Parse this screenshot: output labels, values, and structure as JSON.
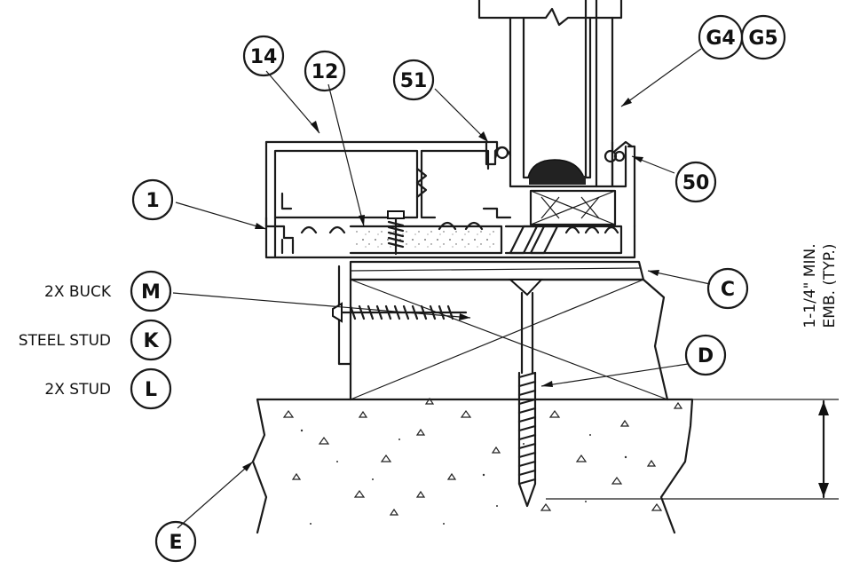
{
  "callouts": {
    "c14": "14",
    "c12": "12",
    "c51": "51",
    "g4": "G4",
    "g5": "G5",
    "c50": "50",
    "c1": "1",
    "cM": "M",
    "cK": "K",
    "cL": "L",
    "cC": "C",
    "cD": "D",
    "cE": "E"
  },
  "side_labels": {
    "buck": "2X BUCK",
    "steel_stud": "STEEL STUD",
    "stud": "2X STUD"
  },
  "dimension": {
    "line1": "1-1/4\" MIN.",
    "line2": "EMB. (TYP.)"
  }
}
